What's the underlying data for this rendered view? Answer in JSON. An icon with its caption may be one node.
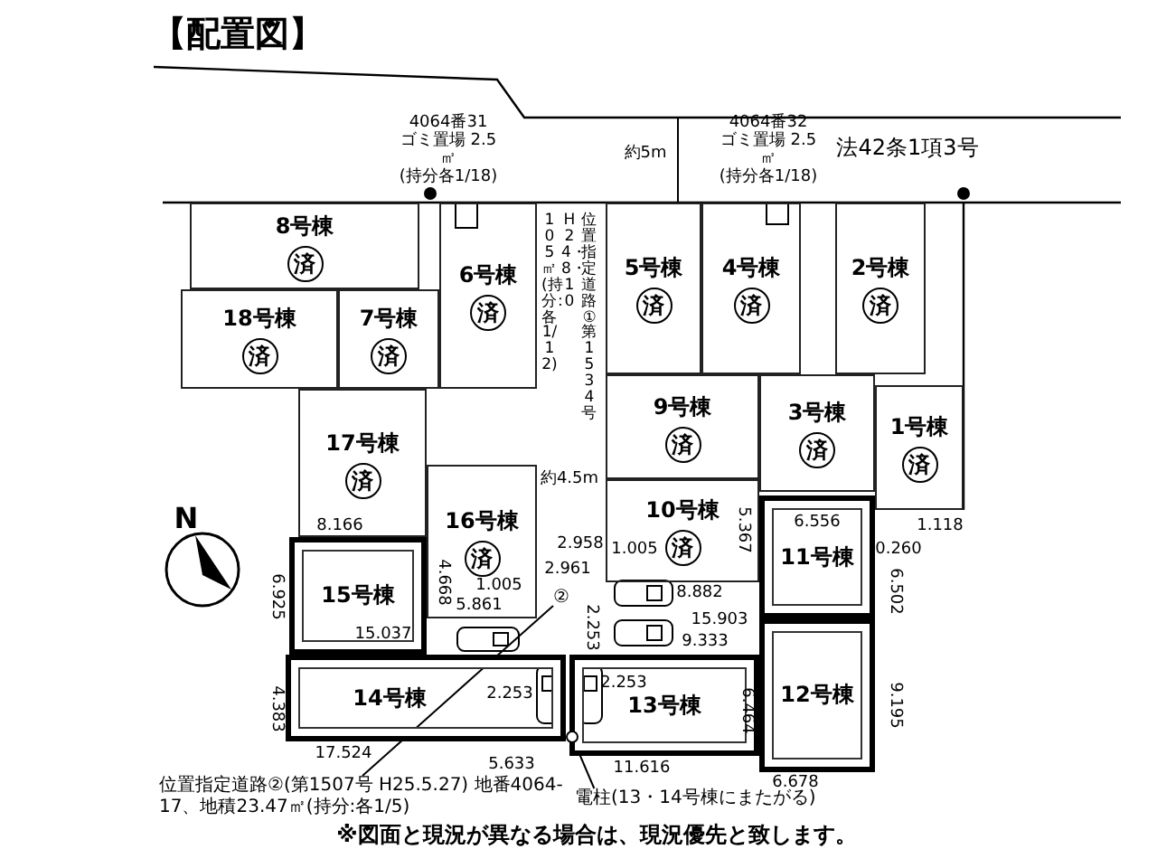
{
  "diagram": {
    "title": "【配置図】",
    "caption": "※図面と現況が異なる場合は、現況優先と致します。",
    "nodes": [
      {
        "text": [
          "8号棟",
          "済"
        ]
      },
      {
        "text": [
          "18号棟",
          "済"
        ]
      },
      {
        "text": [
          "7号棟",
          "済"
        ]
      },
      {
        "text": [
          "6号棟",
          "済"
        ]
      },
      {
        "text": [
          "5号棟",
          "済"
        ]
      },
      {
        "text": [
          "4号棟",
          "済"
        ]
      },
      {
        "text": [
          "2号棟",
          "済"
        ]
      },
      {
        "text": [
          "9号棟",
          "済"
        ]
      },
      {
        "text": [
          "3号棟",
          "済"
        ]
      },
      {
        "text": [
          "1号棟",
          "済"
        ]
      },
      {
        "text": [
          "17号棟",
          "済"
        ]
      },
      {
        "text": [
          "16号棟",
          "済"
        ]
      },
      {
        "text": [
          "10号棟",
          "済"
        ]
      },
      {
        "text": [
          "15号棟"
        ]
      },
      {
        "text": [
          "11号棟"
        ]
      },
      {
        "text": [
          "14号棟"
        ]
      },
      {
        "text": [
          "13号棟"
        ]
      },
      {
        "text": [
          "12号棟"
        ]
      },
      {
        "text": [
          "位置指定道路②(第1507号 H25.5.27) 地番4064-17、地積23.47㎡(持分:各1/5)"
        ]
      },
      {
        "text": [
          "②"
        ]
      },
      {
        "text": [
          "電柱(13・14号棟にまたがる)"
        ]
      },
      {
        "text": [],
        "shape": "circle"
      }
    ],
    "edges": [
      {
        "from": 18,
        "to": 19,
        "arrow": "none"
      },
      {
        "from": 20,
        "to": 21,
        "arrow": "none"
      }
    ],
    "labels": [
      "4064番31 ゴミ置場 2.5㎡ (持分各1/18)",
      "約5m",
      "4064番32 ゴミ置場 2.5㎡ (持分各1/18)",
      "法42条1項3号",
      "位置指定道路①第1534号",
      "H24・8・10",
      "105㎡(持分:各1/12)",
      "約4.5m",
      "N",
      "8.166",
      "6.925",
      "4.668",
      "1.005",
      "5.861",
      "2.961",
      "2.958",
      "1.005",
      "5.367",
      "6.556",
      "1.118",
      "0.260",
      "8.882",
      "6.502",
      "15.037",
      "2.253",
      "15.903",
      "9.333",
      "4.383",
      "2.253",
      "2.253",
      "6.464",
      "9.195",
      "17.524",
      "5.633",
      "11.616",
      "6.678"
    ]
  }
}
